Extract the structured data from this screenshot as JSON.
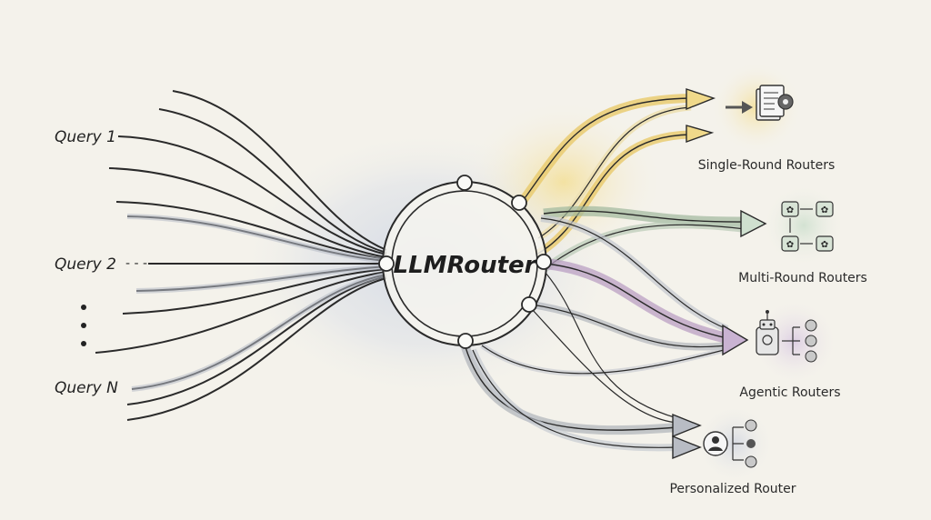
{
  "inputs": {
    "queries": [
      "Query 1",
      "Query 2",
      "Query N"
    ],
    "ellipsis": "⋮"
  },
  "center": {
    "title": "LLMRouter"
  },
  "destinations": [
    {
      "label": "Single-Round Routers",
      "color": "#f0d98a",
      "icon": "document-gear-icon"
    },
    {
      "label": "Multi-Round Routers",
      "color": "#cfe0cf",
      "icon": "brain-grid-icon"
    },
    {
      "label": "Agentic Routers",
      "color": "#dccde3",
      "icon": "robot-brain-icon"
    },
    {
      "label": "Personalized Router",
      "color": "#d9dde6",
      "icon": "user-brain-icon"
    }
  ],
  "colors": {
    "yellow_flow": "#e8c96a",
    "green_flow": "#9fb89d",
    "purple_flow": "#b79ac1",
    "gray_flow": "#a9adb6",
    "ink": "#2a2a2a"
  }
}
